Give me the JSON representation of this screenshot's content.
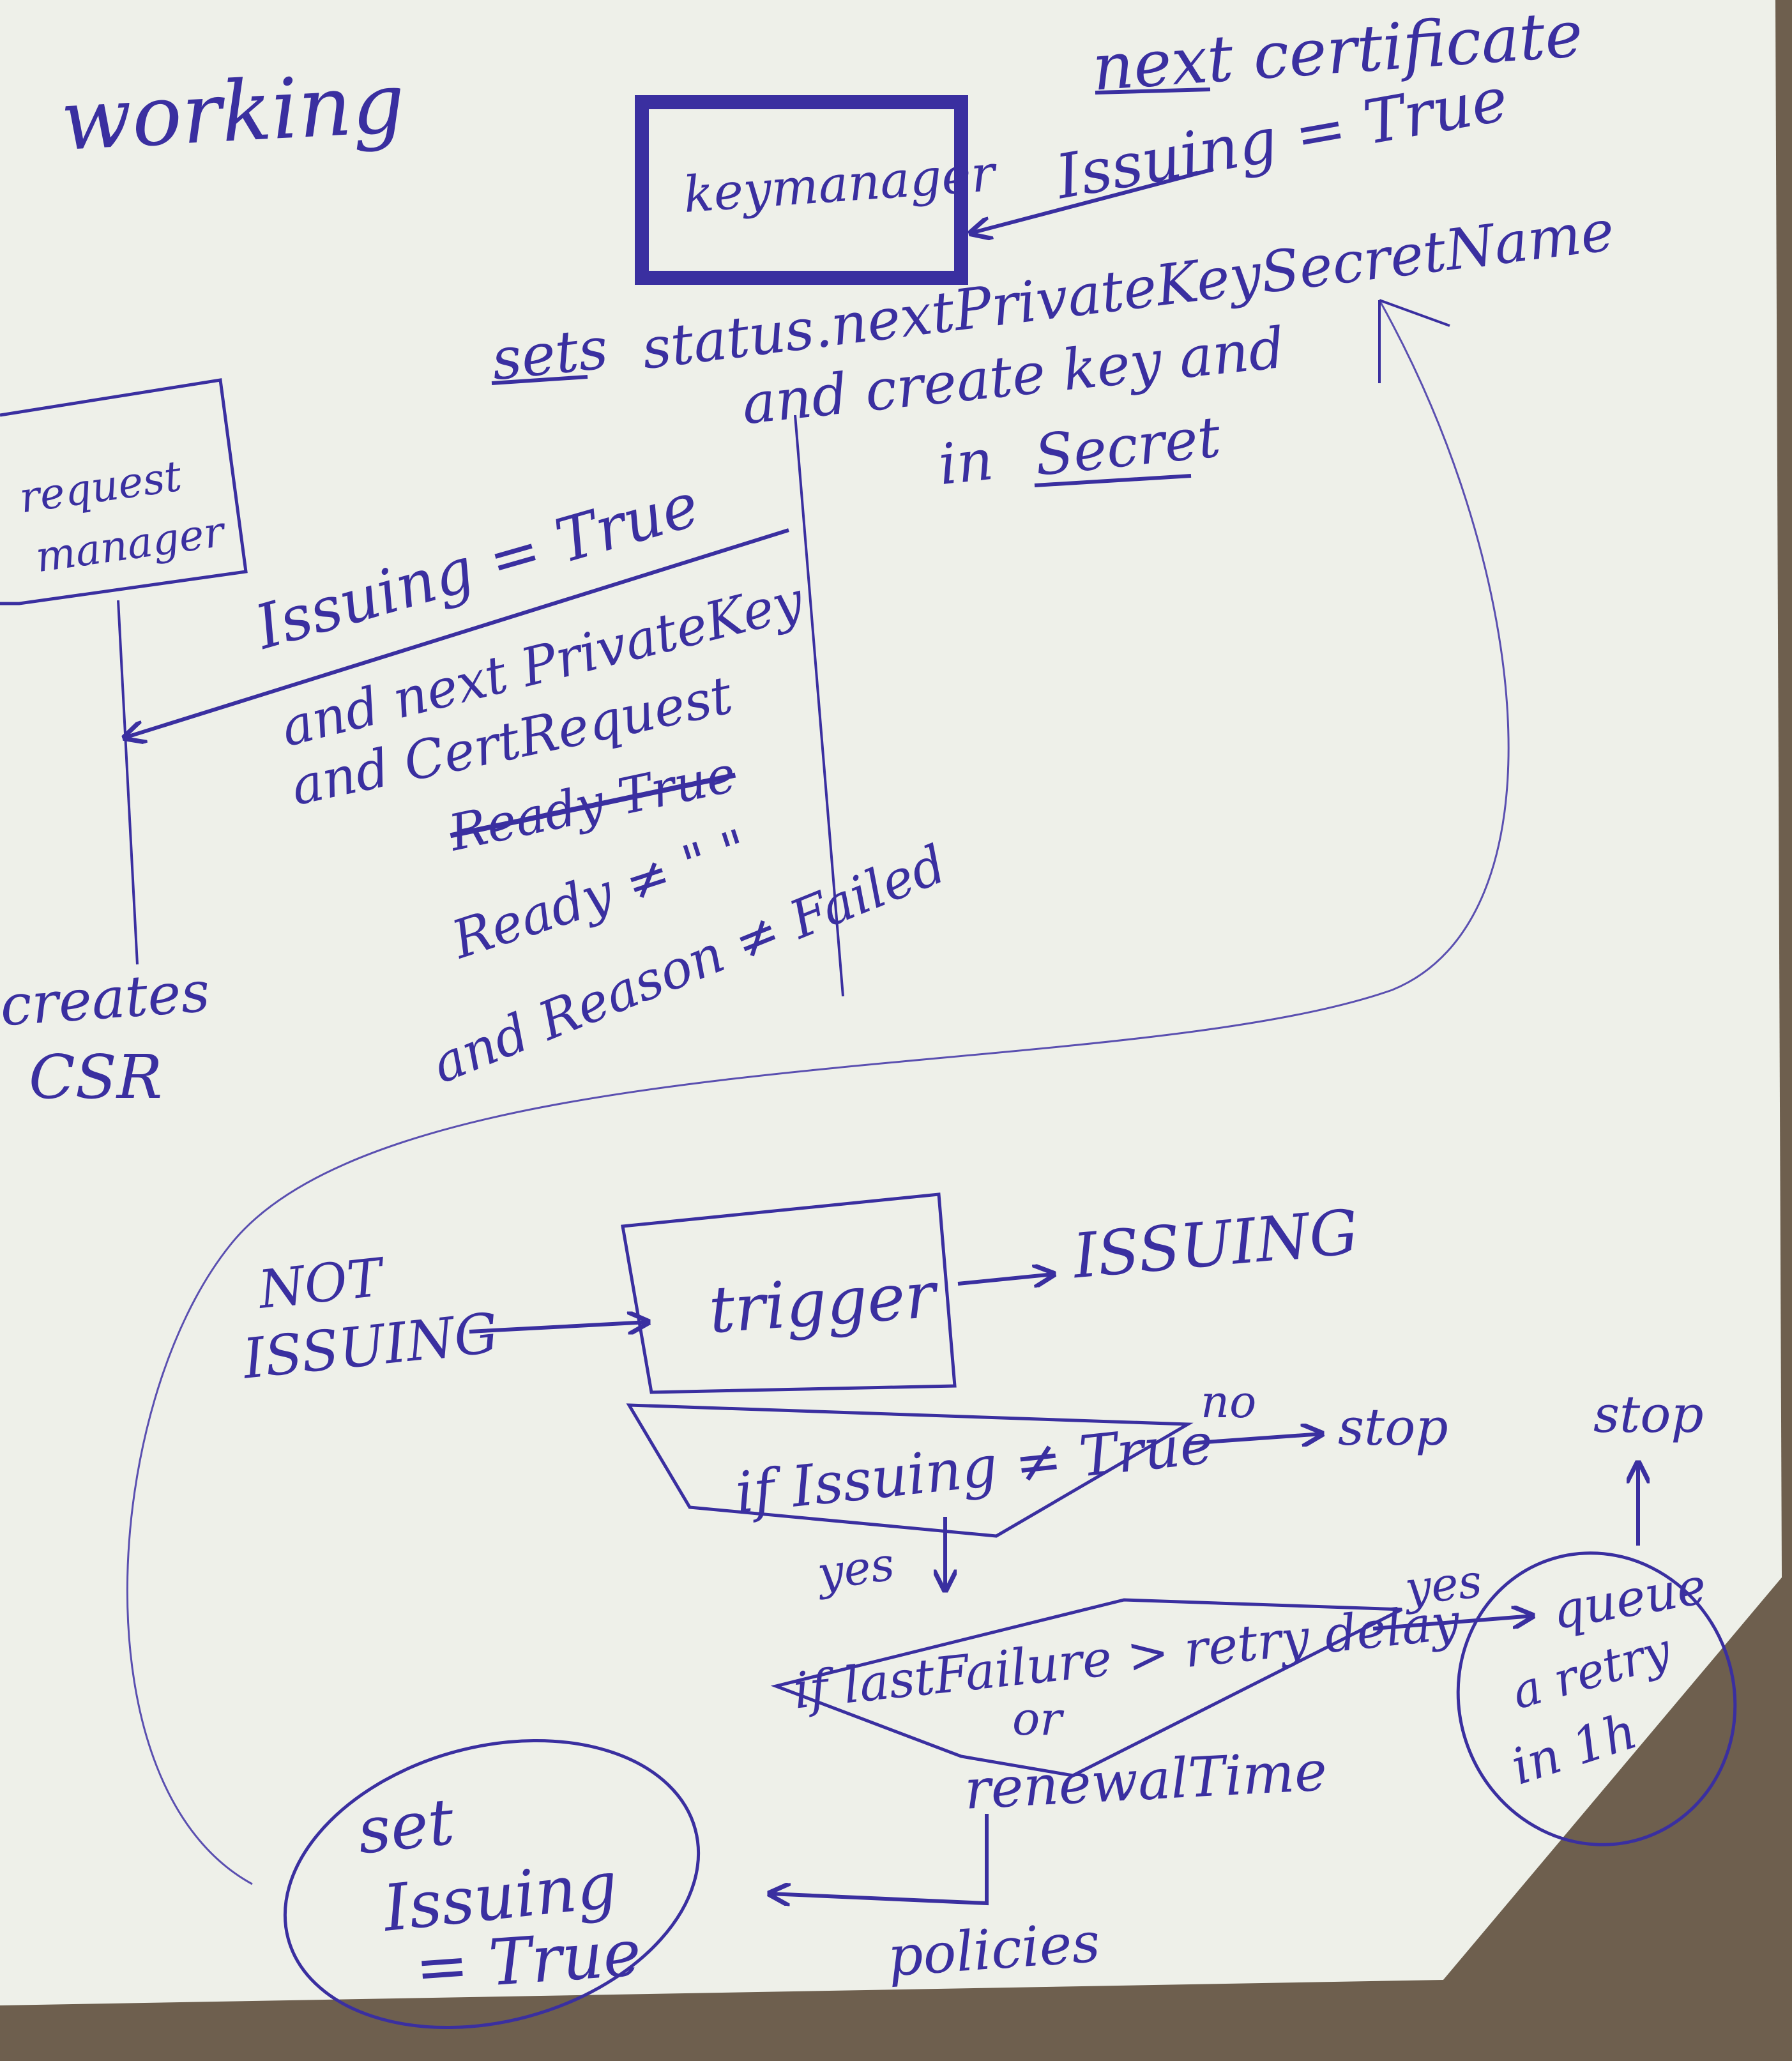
{
  "title": "working",
  "keymanager": {
    "label": "keymanager",
    "input_label": "next certificate",
    "input_condition": "Issuing = True",
    "output_sets": "sets",
    "output_status": "status.nextPrivateKeySecretName",
    "output_create": "and create key and",
    "output_in": "in",
    "output_secret": "Secret"
  },
  "requestmanager": {
    "label_line1": "request",
    "label_line2": "manager",
    "condition_line1": "Issuing = True",
    "condition_line2": "and next PrivateKey",
    "condition_line3": "and CertRequest",
    "condition_struck": "Ready True",
    "condition_line4": "Ready ≠ \" \"",
    "condition_line5": "and Reason ≠ Failed",
    "result_line1": "creates",
    "result_line2": "CSR"
  },
  "trigger": {
    "label": "trigger",
    "input_line1": "NOT",
    "input_line2": "ISSUING",
    "output": "ISSUING",
    "decision1": "if Issuing ≠ True",
    "decision1_no": "no",
    "decision1_stop": "stop",
    "decision1_yes": "yes",
    "decision2_line1": "if lastFailure > retry delay",
    "decision2_line2": "or",
    "decision2_line3": "renewalTime",
    "decision2_yes": "yes",
    "queue_line1": "queue",
    "queue_line2": "a retry",
    "queue_line3": "in 1h",
    "queue_stop": "stop",
    "policies": "policies",
    "set_line1": "set",
    "set_line2": "Issuing",
    "set_line3": "= True"
  },
  "colors": {
    "ink": "#3a2fa0",
    "paper": "#eef0e9",
    "background": "#6e5f4e"
  }
}
